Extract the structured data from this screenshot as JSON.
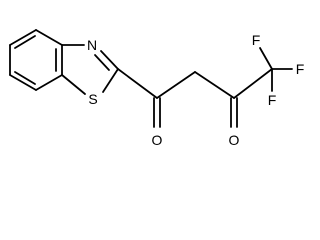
{
  "molecule": {
    "atoms": {
      "n": "N",
      "s": "S",
      "o1": "O",
      "o2": "O",
      "f1": "F",
      "f2": "F",
      "f3": "F"
    }
  }
}
